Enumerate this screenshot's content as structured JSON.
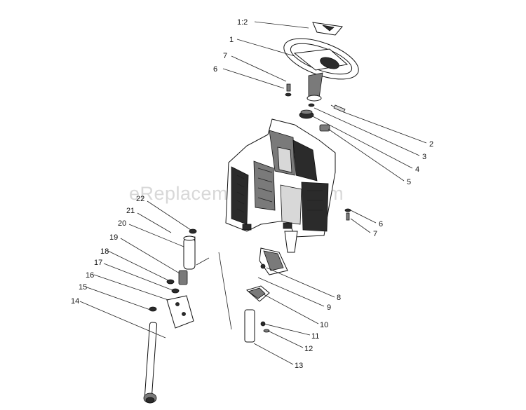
{
  "watermark": "eReplacementParts.com",
  "callouts": [
    {
      "id": "c-1-2",
      "label": "1:2"
    },
    {
      "id": "c-1",
      "label": "1"
    },
    {
      "id": "c-7-top",
      "label": "7"
    },
    {
      "id": "c-6-top",
      "label": "6"
    },
    {
      "id": "c-2",
      "label": "2"
    },
    {
      "id": "c-3",
      "label": "3"
    },
    {
      "id": "c-4",
      "label": "4"
    },
    {
      "id": "c-5",
      "label": "5"
    },
    {
      "id": "c-6-right",
      "label": "6"
    },
    {
      "id": "c-7-right",
      "label": "7"
    },
    {
      "id": "c-22",
      "label": "22"
    },
    {
      "id": "c-21",
      "label": "21"
    },
    {
      "id": "c-20",
      "label": "20"
    },
    {
      "id": "c-19",
      "label": "19"
    },
    {
      "id": "c-18",
      "label": "18"
    },
    {
      "id": "c-17",
      "label": "17"
    },
    {
      "id": "c-16",
      "label": "16"
    },
    {
      "id": "c-15",
      "label": "15"
    },
    {
      "id": "c-14",
      "label": "14"
    },
    {
      "id": "c-8",
      "label": "8"
    },
    {
      "id": "c-9",
      "label": "9"
    },
    {
      "id": "c-10",
      "label": "10"
    },
    {
      "id": "c-11",
      "label": "11"
    },
    {
      "id": "c-12",
      "label": "12"
    },
    {
      "id": "c-13",
      "label": "13"
    }
  ]
}
